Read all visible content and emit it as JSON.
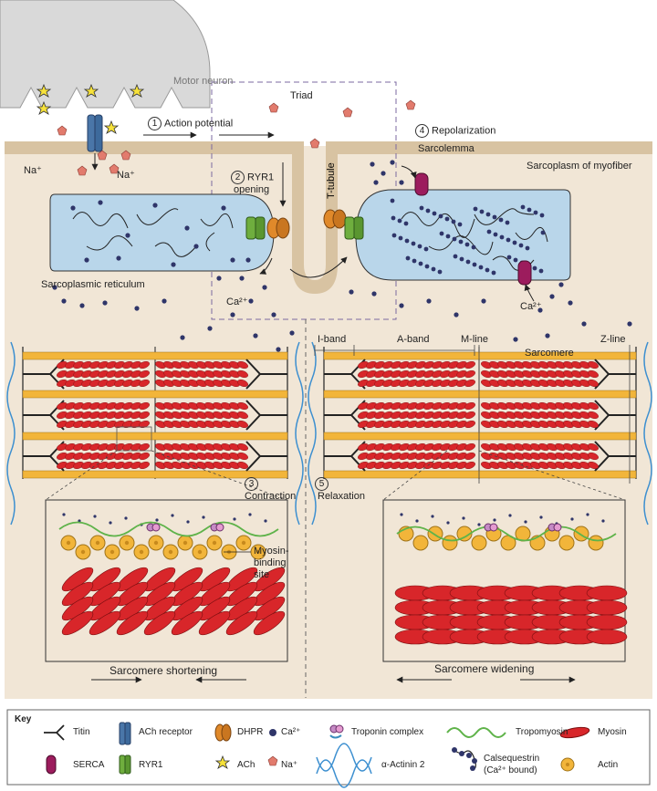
{
  "labels": {
    "motor_neuron": "Motor neuron",
    "triad": "Triad",
    "step1": "Action potential",
    "step1_num": "1",
    "step2": "RYR1",
    "step2b": "opening",
    "step2_num": "2",
    "step3": "Contraction",
    "step3_num": "3",
    "step4": "Repolarization",
    "step4_num": "4",
    "step5": "Relaxation",
    "step5_num": "5",
    "sarcolemma": "Sarcolemma",
    "sarcoplasm": "Sarcoplasm of myofiber",
    "t_tubule": "T-tubule",
    "na_left": "Na⁺",
    "na_right": "Na⁺",
    "ca_left": "Ca²⁺",
    "ca_right": "Ca²⁺",
    "sr": "Sarcoplasmic reticulum",
    "i_band": "I-band",
    "a_band": "A-band",
    "m_line": "M-line",
    "sarcomere": "Sarcomere",
    "z_line": "Z-line",
    "myosin_binding": "Myosin-",
    "myosin_binding2": "binding",
    "myosin_binding3": "site",
    "shortening": "Sarcomere shortening",
    "widening": "Sarcomere widening"
  },
  "key": {
    "title": "Key",
    "items": [
      {
        "label": "Titin",
        "icon": "titin-icon"
      },
      {
        "label": "ACh receptor",
        "icon": "ach-receptor-icon"
      },
      {
        "label": "DHPR",
        "icon": "dhpr-icon"
      },
      {
        "label": "Ca²⁺",
        "icon": "calcium-icon"
      },
      {
        "label": "Troponin complex",
        "icon": "troponin-icon"
      },
      {
        "label": "Tropomyosin",
        "icon": "tropomyosin-icon"
      },
      {
        "label": "Myosin",
        "icon": "myosin-icon"
      },
      {
        "label": "SERCA",
        "icon": "serca-icon"
      },
      {
        "label": "RYR1",
        "icon": "ryr1-icon"
      },
      {
        "label": "ACh",
        "icon": "ach-icon"
      },
      {
        "label": "Na⁺",
        "icon": "sodium-icon"
      },
      {
        "label": "α-Actinin 2",
        "icon": "actinin-icon"
      },
      {
        "label": "Calsequestrin",
        "icon": "calsequestrin-icon"
      },
      {
        "label": "(Ca²⁺ bound)",
        "icon": "calsequestrin-icon"
      },
      {
        "label": "Actin",
        "icon": "actin-icon"
      }
    ]
  },
  "colors": {
    "sarcoplasm": "#f1e6d6",
    "membrane": "#d8c3a2",
    "sr_fill": "#b9d6ea",
    "myosin": "#d8262a",
    "actin": "#f2b53a",
    "calcium": "#2f3569",
    "sodium": "#e27b6d",
    "serca": "#9c1c5d",
    "ryr1": "#6fae3e",
    "dhpr": "#e0892a",
    "ach_receptor": "#4a76a8",
    "tropomyosin": "#5fb34a",
    "actinin": "#3c8fd0",
    "neuron": "#d9d9d9"
  }
}
